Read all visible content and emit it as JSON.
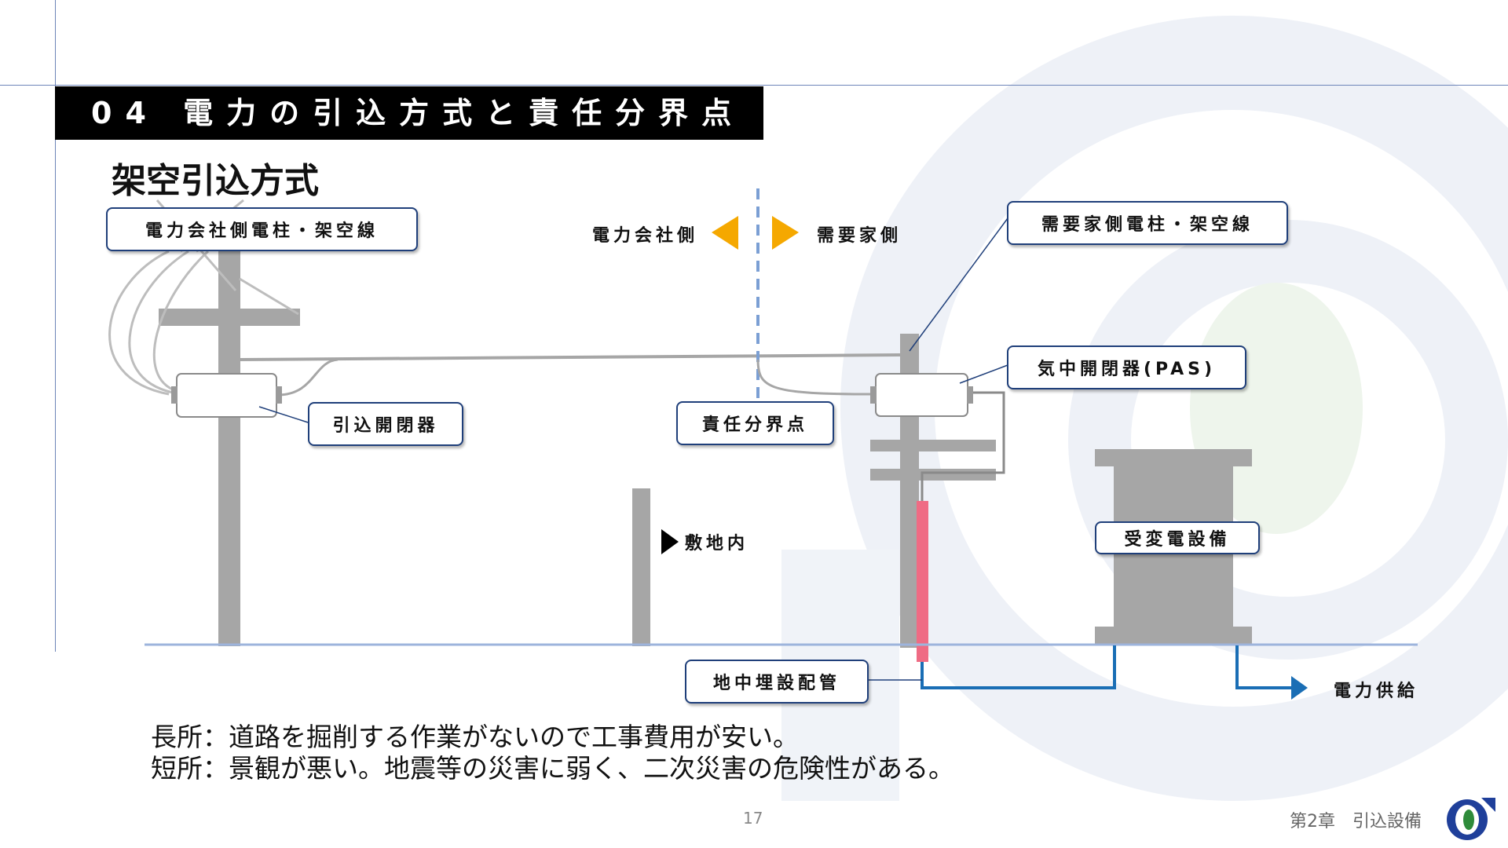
{
  "header": {
    "title": "04 電力の引込方式と責任分界点",
    "subtitle": "架空引込方式"
  },
  "labels": {
    "utility_pole": "電力会社側電柱・架空線",
    "utility_side": "電力会社側",
    "customer_side": "需要家側",
    "customer_pole": "需要家側電柱・架空線",
    "pas": "気中開閉器(PAS)",
    "service_switch": "引込開閉器",
    "demarcation_point": "責任分界点",
    "premises": "敷地内",
    "substation": "受変電設備",
    "underground_pipe": "地中埋設配管",
    "power_supply": "電力供給"
  },
  "notes": {
    "advantage": "長所：道路を掘削する作業がないので工事費用が安い。",
    "disadvantage": "短所：景観が悪い。地震等の災害に弱く、二次災害の危険性がある。"
  },
  "footer": {
    "page_number": "17",
    "chapter": "第2章　引込設備"
  },
  "colors": {
    "pole_gray": "#a6a6a6",
    "arrow_orange": "#f5a800",
    "riser_pink": "#ef6b84",
    "cable_blue": "#1a6eb5",
    "boundary_dash": "#7b9fd4",
    "ground_line": "#9db4dc",
    "label_border": "#1f3f7a"
  }
}
